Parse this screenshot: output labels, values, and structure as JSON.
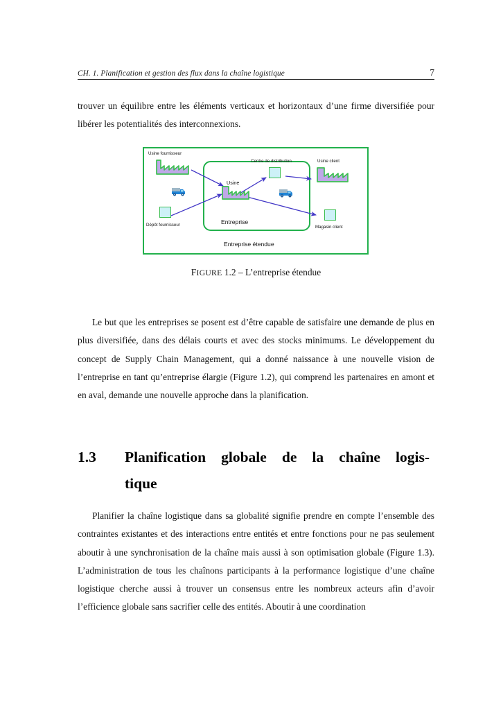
{
  "header": {
    "title": "CH. 1. Planification et gestion des flux dans la chaîne logistique",
    "page_number": "7"
  },
  "paragraphs": {
    "intro": "trouver un équilibre entre les éléments verticaux et horizontaux d’une firme diversifiée pour libérer les potentialités des interconnexions.",
    "but": "Le but que les entreprises se posent est d’être capable de satisfaire une demande de plus en plus diversifiée, dans des délais courts et avec des stocks minimums. Le développement du concept de Supply Chain Management, qui a donné naissance à une nouvelle vision de l’entreprise en tant qu’entreprise élargie (Figure 1.2), qui comprend les partenaires en amont et en aval, demande une nouvelle approche dans la planification.",
    "planifier": "Planifier la chaîne logistique dans sa globalité signifie prendre en compte l’ensemble des contraintes existantes et des interactions entre entités et entre fonctions pour ne pas seulement aboutir à une synchronisation de la chaîne mais aussi à son optimisation globale (Figure 1.3). L’administration de tous les chaînons participants à la performance logistique d’une chaîne logistique cherche aussi à trouver un consensus entre les nombreux acteurs afin d’avoir l’efficience globale sans sacrifier celle des entités. Aboutir à une coordination"
  },
  "section": {
    "number": "1.3",
    "title_line1": "Planification globale de la chaîne logis-",
    "title_line2": "tique"
  },
  "figure": {
    "caption_label": "Figure",
    "caption_number": "1.2",
    "caption_dash": "–",
    "caption_text": "L’entreprise étendue",
    "labels": {
      "usine_fournisseur": "Usine fournisseur",
      "depot_fournisseur": "Dépôt fournisseur",
      "usine": "Usine",
      "entreprise": "Entreprise",
      "centre_distribution": "Centre de distribution",
      "usine_client": "Usine client",
      "magasin_client": "Magasin client",
      "entreprise_etendue": "Entreprise étendue"
    },
    "colors": {
      "border_green": "#22b14c",
      "factory_fill": "#bfa8e8",
      "factory_stroke": "#3dbf52",
      "depot_fill": "#cdf1f7",
      "depot_stroke": "#3dbf52",
      "arrow": "#4338c7",
      "truck_body": "#1f84d6",
      "truck_cargo": "#9fb8c8"
    }
  }
}
